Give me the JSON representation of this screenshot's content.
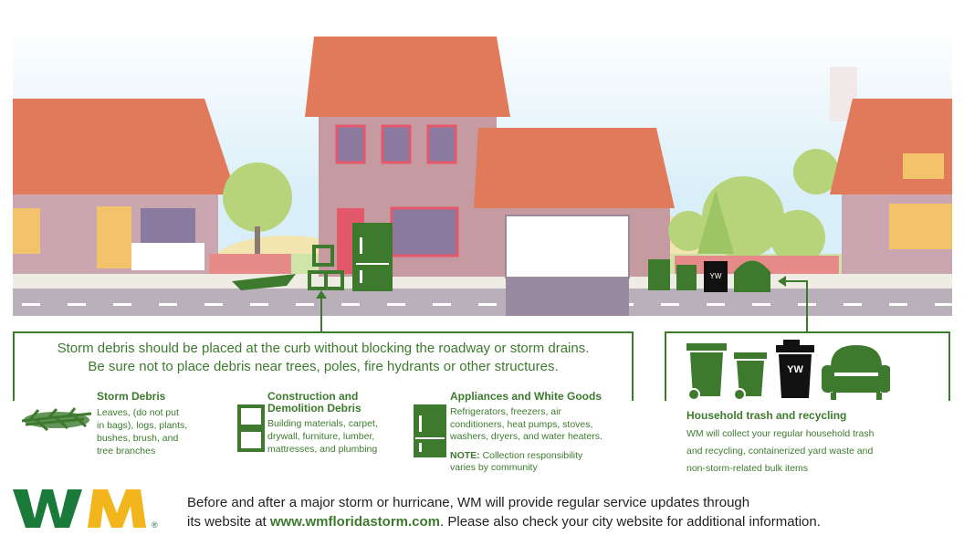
{
  "colors": {
    "brand_green": "#3d7a2e",
    "brand_yellow": "#f2b51c",
    "roof": "#e07a5a",
    "wall": "#c59aa0"
  },
  "main_box": {
    "line1": "Storm debris should be placed at the curb without blocking the roadway or storm drains.",
    "line2": "Be sure not to place debris near trees, poles, fire hydrants or other structures."
  },
  "categories": [
    {
      "icon": "storm-debris-branch-icon",
      "title": "Storm Debris",
      "desc_lines": [
        "Leaves, (do not put",
        "in bags), logs, plants,",
        "bushes, brush, and",
        "tree branches"
      ]
    },
    {
      "icon": "blocks-icon",
      "title_lines": [
        "Construction and",
        "Demolition Debris"
      ],
      "desc_lines": [
        "Building materials, carpet,",
        "drywall, furniture, lumber,",
        "mattresses, and plumbing"
      ]
    },
    {
      "icon": "refrigerator-icon",
      "title": "Appliances and White Goods",
      "desc_lines": [
        "Refrigerators, freezers, air",
        "conditioners, heat pumps, stoves,",
        "washers, dryers, and water heaters."
      ],
      "note_label": "NOTE:",
      "note_lines": [
        " Collection responsibility",
        "varies by community"
      ]
    }
  ],
  "household": {
    "icons": [
      "trash-cart-icon",
      "recycling-bin-icon",
      "yard-waste-bin-icon",
      "armchair-icon"
    ],
    "bin_label": "YW",
    "title": "Household trash and recycling",
    "desc_lines": [
      "WM will collect your regular household trash",
      "and recycling, containerized yard waste and",
      "non-storm-related bulk items"
    ]
  },
  "footer": {
    "logo_text": "WM",
    "logo_mark": "®",
    "line1": "Before and after a major storm or hurricane, WM will provide regular service updates through",
    "line2_prefix": " its website at ",
    "website": "www.wmfloridastorm.com",
    "line2_suffix": ". Please also check your city website for additional information."
  }
}
